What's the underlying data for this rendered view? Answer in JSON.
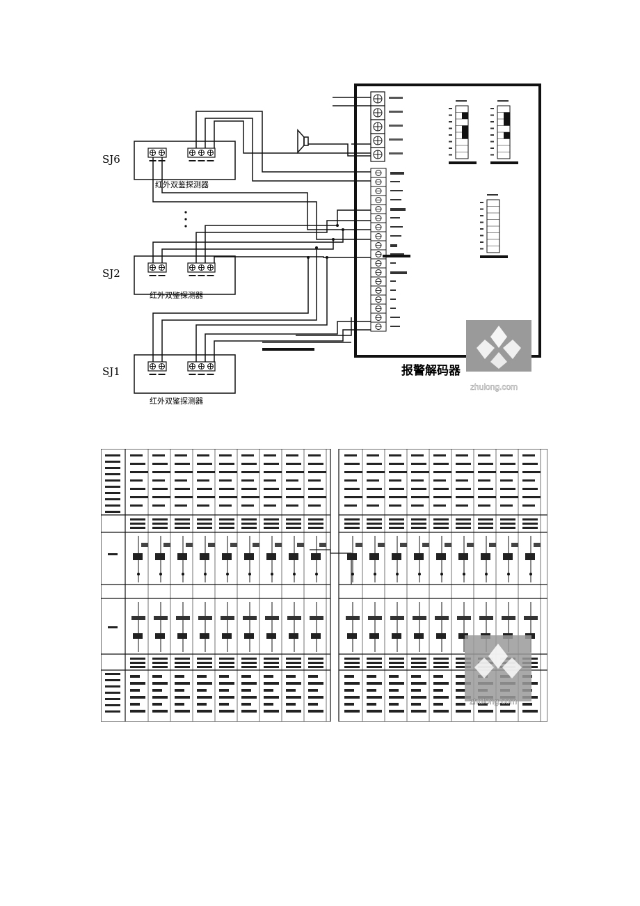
{
  "top_diagram": {
    "detectors": [
      {
        "id": "SJ6",
        "caption": "红外双鉴探测器"
      },
      {
        "id": "SJ2",
        "caption": "红外双鉴探测器"
      },
      {
        "id": "SJ1",
        "caption": "红外双鉴探测器"
      }
    ],
    "decoder_title": "报警解码器",
    "watermark_text": "zhulong.com"
  },
  "bottom_diagram": {
    "watermark_text": "zhulong.com"
  },
  "colors": {
    "line": "#111111",
    "watermark_bg": "#9a9a9a",
    "watermark_fg": "#ffffff",
    "page_bg": "#ffffff"
  }
}
